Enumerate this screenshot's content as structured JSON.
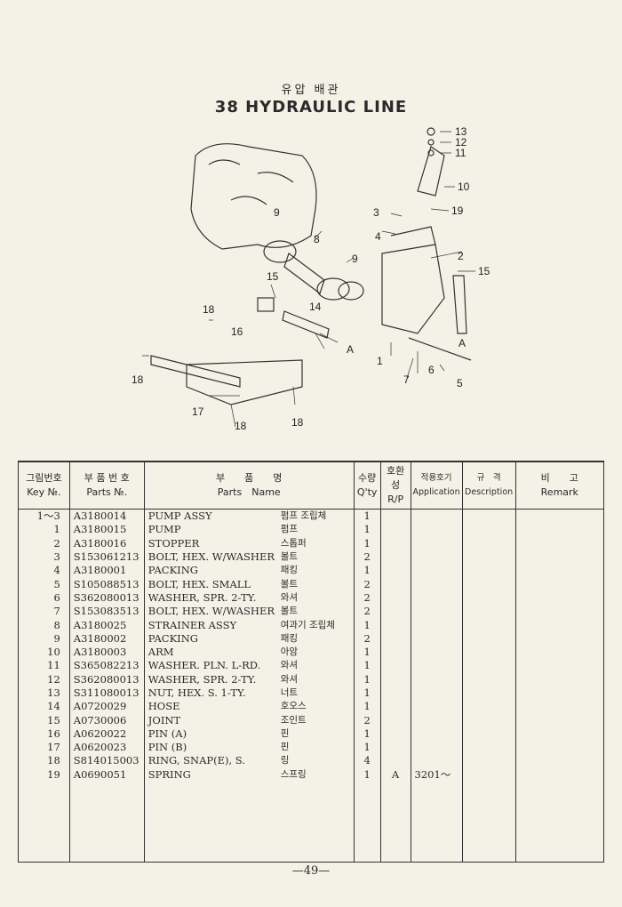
{
  "title_ko": "유압 배관",
  "title": "38 HYDRAULIC LINE",
  "diagram": {
    "callouts": [
      "1",
      "2",
      "3",
      "4",
      "5",
      "6",
      "7",
      "8",
      "9",
      "9",
      "10",
      "11",
      "12",
      "13",
      "14",
      "15",
      "15",
      "16",
      "17",
      "18",
      "18",
      "18",
      "18",
      "19",
      "A",
      "A"
    ]
  },
  "table": {
    "headers": [
      {
        "ko": "그림번호",
        "en": "Key №."
      },
      {
        "ko": "부 품 번 호",
        "en": "Parts №."
      },
      {
        "ko": "부　　품　　명",
        "en": "Parts　Name"
      },
      {
        "ko": "수량",
        "en": "Q'ty"
      },
      {
        "ko": "호환성",
        "en": "R/P"
      },
      {
        "ko": "적용호기",
        "en": "Application"
      },
      {
        "ko": "규　격",
        "en": "Description"
      },
      {
        "ko": "비　　고",
        "en": "Remark"
      }
    ],
    "rows": [
      {
        "key": "1～3",
        "part": "A3180014",
        "name": "PUMP ASSY",
        "ko": "펌프 조립체",
        "qty": "1",
        "rp": "",
        "app": ""
      },
      {
        "key": "1",
        "part": "A3180015",
        "name": "PUMP",
        "ko": "펌프",
        "qty": "1",
        "rp": "",
        "app": ""
      },
      {
        "key": "2",
        "part": "A3180016",
        "name": "STOPPER",
        "ko": "스톱퍼",
        "qty": "1",
        "rp": "",
        "app": ""
      },
      {
        "key": "3",
        "part": "S153061213",
        "name": "BOLT, HEX. W/WASHER",
        "ko": "볼트",
        "qty": "2",
        "rp": "",
        "app": ""
      },
      {
        "key": "4",
        "part": "A3180001",
        "name": "PACKING",
        "ko": "패킹",
        "qty": "1",
        "rp": "",
        "app": ""
      },
      {
        "key": "5",
        "part": "S105088513",
        "name": "BOLT, HEX. SMALL",
        "ko": "볼트",
        "qty": "2",
        "rp": "",
        "app": ""
      },
      {
        "key": "6",
        "part": "S362080013",
        "name": "WASHER, SPR. 2-TY.",
        "ko": "와셔",
        "qty": "2",
        "rp": "",
        "app": ""
      },
      {
        "key": "7",
        "part": "S153083513",
        "name": "BOLT, HEX. W/WASHER",
        "ko": "볼트",
        "qty": "2",
        "rp": "",
        "app": ""
      },
      {
        "key": "8",
        "part": "A3180025",
        "name": "STRAINER ASSY",
        "ko": "여과기 조립체",
        "qty": "1",
        "rp": "",
        "app": ""
      },
      {
        "key": "9",
        "part": "A3180002",
        "name": "PACKING",
        "ko": "패킹",
        "qty": "2",
        "rp": "",
        "app": ""
      },
      {
        "key": "10",
        "part": "A3180003",
        "name": "ARM",
        "ko": "아암",
        "qty": "1",
        "rp": "",
        "app": ""
      },
      {
        "key": "11",
        "part": "S365082213",
        "name": "WASHER. PLN. L-RD.",
        "ko": "와셔",
        "qty": "1",
        "rp": "",
        "app": ""
      },
      {
        "key": "12",
        "part": "S362080013",
        "name": "WASHER, SPR. 2-TY.",
        "ko": "와셔",
        "qty": "1",
        "rp": "",
        "app": ""
      },
      {
        "key": "13",
        "part": "S311080013",
        "name": "NUT, HEX. S. 1-TY.",
        "ko": "너트",
        "qty": "1",
        "rp": "",
        "app": ""
      },
      {
        "key": "14",
        "part": "A0720029",
        "name": "HOSE",
        "ko": "호오스",
        "qty": "1",
        "rp": "",
        "app": ""
      },
      {
        "key": "15",
        "part": "A0730006",
        "name": "JOINT",
        "ko": "조인트",
        "qty": "2",
        "rp": "",
        "app": ""
      },
      {
        "key": "16",
        "part": "A0620022",
        "name": "PIN (A)",
        "ko": "핀",
        "qty": "1",
        "rp": "",
        "app": ""
      },
      {
        "key": "17",
        "part": "A0620023",
        "name": "PIN (B)",
        "ko": "핀",
        "qty": "1",
        "rp": "",
        "app": ""
      },
      {
        "key": "18",
        "part": "S814015003",
        "name": "RING, SNAP(E), S.",
        "ko": "링",
        "qty": "4",
        "rp": "",
        "app": ""
      },
      {
        "key": "19",
        "part": "A0690051",
        "name": "SPRING",
        "ko": "스프링",
        "qty": "1",
        "rp": "A",
        "app": "3201～"
      }
    ]
  },
  "page_number": "—49—"
}
